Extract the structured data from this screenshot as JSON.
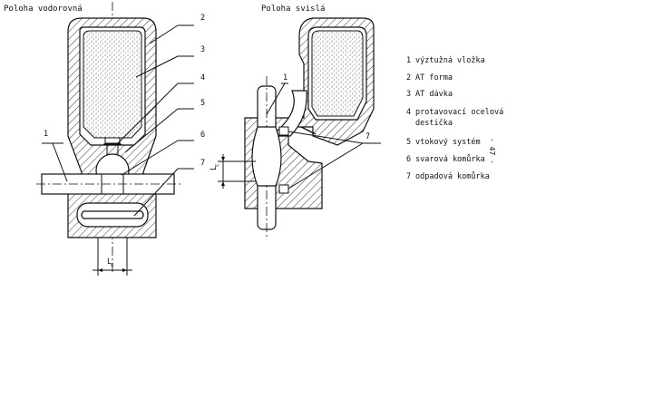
{
  "titles": {
    "left": "Poloha vodorovná",
    "right": "Poloha svislá"
  },
  "legend": [
    {
      "num": "1",
      "text": "výztužná vložka"
    },
    {
      "num": "2",
      "text": "AT forma"
    },
    {
      "num": "3",
      "text": "AT dávka"
    },
    {
      "num": "4",
      "text": "protavovací ocelová",
      "text2": "destička"
    },
    {
      "num": "5",
      "text": "vtokový systém"
    },
    {
      "num": "6",
      "text": "svarová komůrka"
    },
    {
      "num": "7",
      "text": "odpadová komůrka"
    }
  ],
  "callouts": {
    "left": [
      "1",
      "2",
      "3",
      "4",
      "5",
      "6",
      "7"
    ],
    "right": [
      "1",
      "7"
    ]
  },
  "dims": {
    "lc": "L",
    "lc_sub": "c",
    "vertical": "L",
    "vertical_sub": "c"
  },
  "page_number": "- 47 -"
}
